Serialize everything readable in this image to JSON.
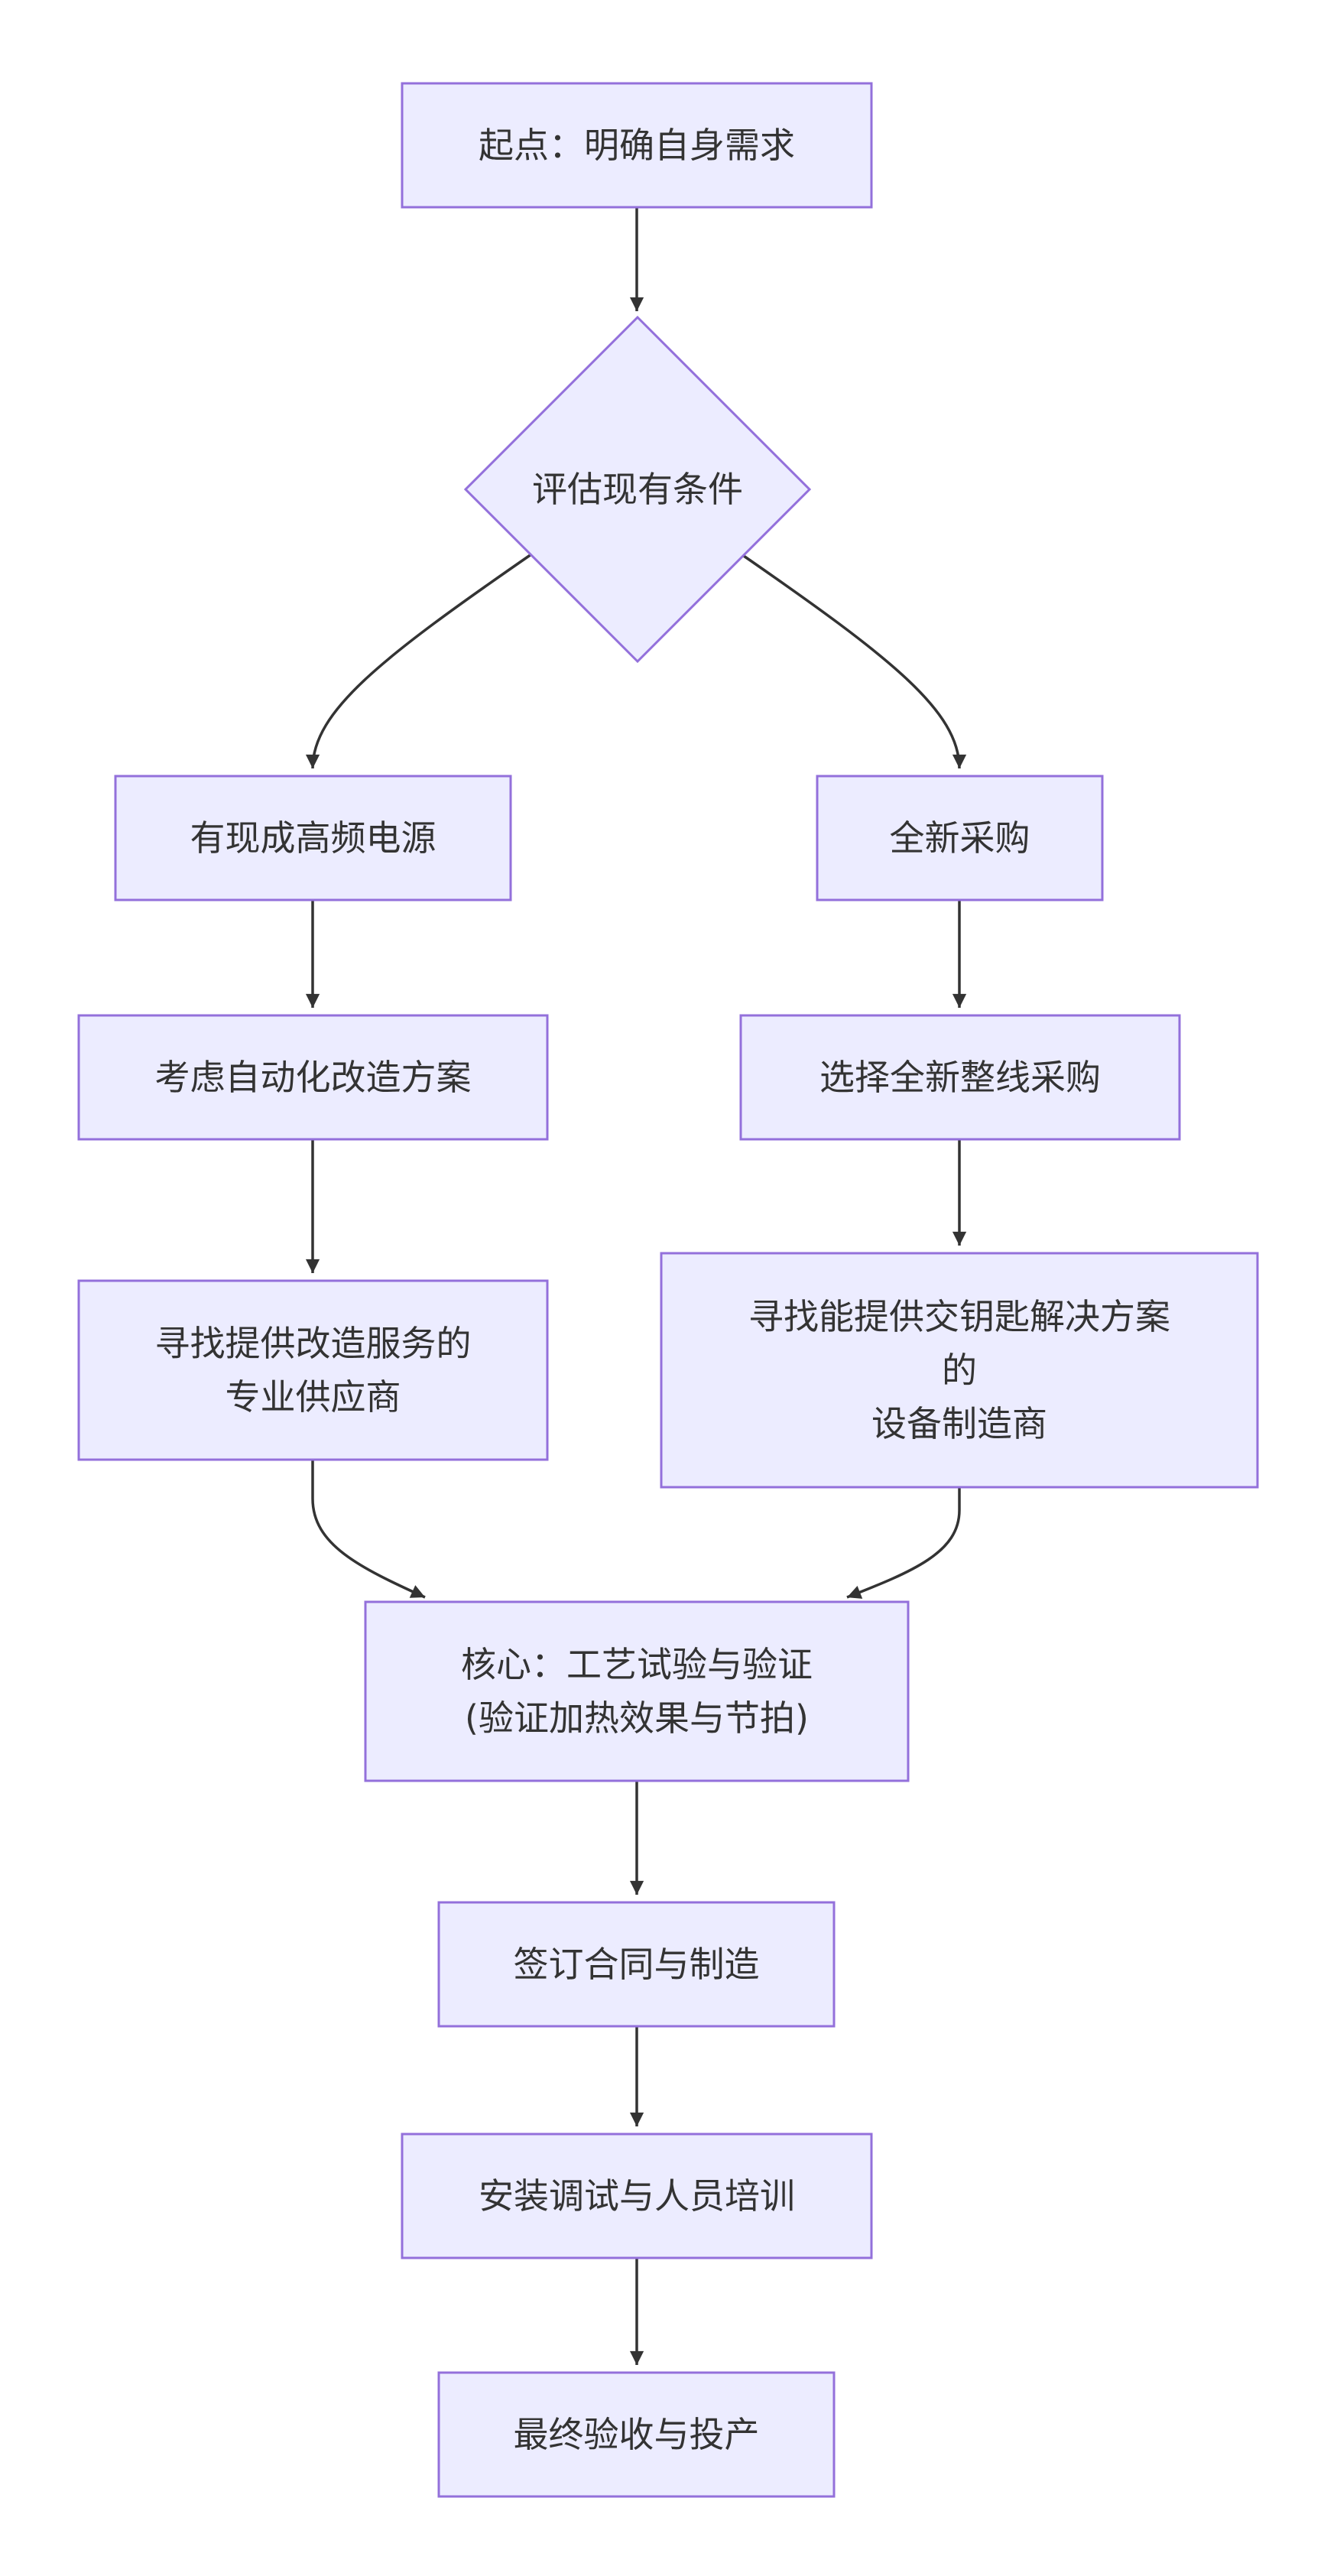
{
  "diagram": {
    "type": "flowchart",
    "direction": "top-down",
    "colors": {
      "node_fill": "#ECECFF",
      "node_stroke": "#9370DB",
      "text": "#333333",
      "edge": "#333333",
      "background": "#FFFFFF"
    },
    "nodes": [
      {
        "id": "start",
        "shape": "rect",
        "lines": [
          "起点：明确自身需求"
        ]
      },
      {
        "id": "assess",
        "shape": "diamond",
        "lines": [
          "评估现有条件"
        ]
      },
      {
        "id": "existing",
        "shape": "rect",
        "lines": [
          "有现成高频电源"
        ]
      },
      {
        "id": "new",
        "shape": "rect",
        "lines": [
          "全新采购"
        ]
      },
      {
        "id": "retrofit",
        "shape": "rect",
        "lines": [
          "考虑自动化改造方案"
        ]
      },
      {
        "id": "newline",
        "shape": "rect",
        "lines": [
          "选择全新整线采购"
        ]
      },
      {
        "id": "retrofit_vendor",
        "shape": "rect",
        "lines": [
          "寻找提供改造服务的",
          "专业供应商"
        ]
      },
      {
        "id": "turnkey_vendor",
        "shape": "rect",
        "lines": [
          "寻找能提供交钥匙解决方案",
          "的",
          "设备制造商"
        ]
      },
      {
        "id": "core",
        "shape": "rect",
        "lines": [
          "核心：工艺试验与验证",
          "(验证加热效果与节拍)"
        ]
      },
      {
        "id": "contract",
        "shape": "rect",
        "lines": [
          "签订合同与制造"
        ]
      },
      {
        "id": "install",
        "shape": "rect",
        "lines": [
          "安装调试与人员培训"
        ]
      },
      {
        "id": "accept",
        "shape": "rect",
        "lines": [
          "最终验收与投产"
        ]
      }
    ],
    "edges": [
      {
        "from": "start",
        "to": "assess"
      },
      {
        "from": "assess",
        "to": "existing"
      },
      {
        "from": "assess",
        "to": "new"
      },
      {
        "from": "existing",
        "to": "retrofit"
      },
      {
        "from": "new",
        "to": "newline"
      },
      {
        "from": "retrofit",
        "to": "retrofit_vendor"
      },
      {
        "from": "newline",
        "to": "turnkey_vendor"
      },
      {
        "from": "retrofit_vendor",
        "to": "core"
      },
      {
        "from": "turnkey_vendor",
        "to": "core"
      },
      {
        "from": "core",
        "to": "contract"
      },
      {
        "from": "contract",
        "to": "install"
      },
      {
        "from": "install",
        "to": "accept"
      }
    ]
  }
}
